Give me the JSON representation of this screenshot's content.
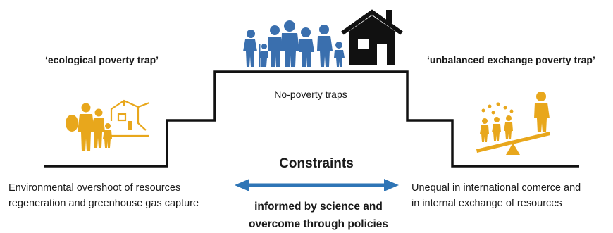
{
  "diagram": {
    "left_trap_title": "‘ecological poverty trap’",
    "right_trap_title": "‘unbalanced exchange poverty trap’",
    "top_label": "No-poverty traps",
    "constraints_label": "Constraints",
    "informed_line1": "informed by science and",
    "informed_line2": "overcome through policies",
    "left_desc_line1": "Environmental overshoot of resources",
    "left_desc_line2": "regeneration and greenhouse gas capture",
    "right_desc_line1": "Unequal in international comerce and",
    "right_desc_line2": "in internal exchange of resources"
  },
  "icons": {
    "left": "family-with-ruined-house-icon",
    "top_family": "family-icon",
    "top_house": "house-icon",
    "right": "unbalanced-scale-people-icon"
  },
  "colors": {
    "steps": "#111111",
    "arrow": "#2e75b6",
    "family_blue": "#3a6fae",
    "gold": "#e8a71c",
    "house": "#111111"
  }
}
